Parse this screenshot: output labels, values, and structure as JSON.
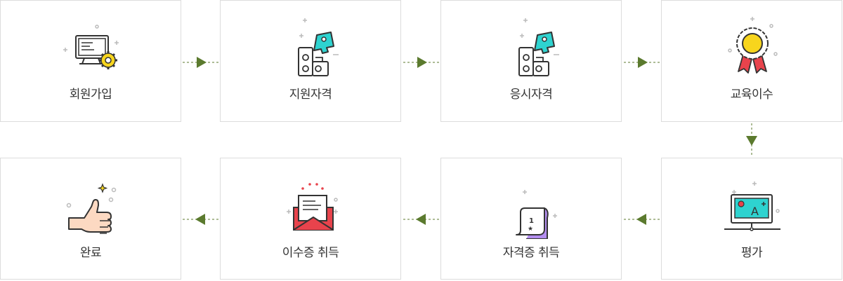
{
  "steps": [
    {
      "label": "회원가입",
      "icon": "monitor-gear-icon"
    },
    {
      "label": "지원자격",
      "icon": "puzzle-icon"
    },
    {
      "label": "응시자격",
      "icon": "puzzle-icon"
    },
    {
      "label": "교육이수",
      "icon": "medal-icon"
    },
    {
      "label": "평가",
      "icon": "monitor-grade-icon"
    },
    {
      "label": "자격증 취득",
      "icon": "scroll-icon"
    },
    {
      "label": "이수증 취득",
      "icon": "envelope-icon"
    },
    {
      "label": "완료",
      "icon": "thumbs-up-icon"
    }
  ],
  "colors": {
    "arrow": "#5b7a2e",
    "border": "#dcdcdc",
    "teal": "#2ed3d0",
    "yellow": "#f7d51d",
    "red": "#e8434c",
    "purple": "#b48ef0",
    "green": "#6dbf67"
  }
}
